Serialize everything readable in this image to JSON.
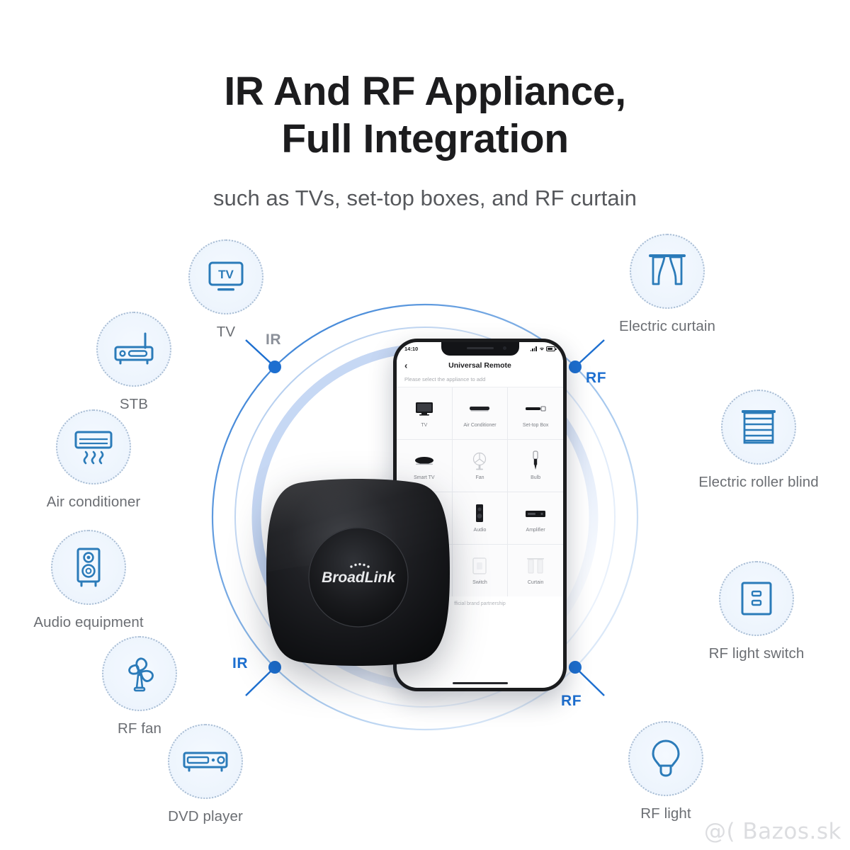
{
  "header": {
    "title_line1": "IR And RF Appliance,",
    "title_line2": "Full Integration",
    "subtitle": "such as TVs, set-top boxes, and RF curtain"
  },
  "colors": {
    "accent_blue": "#1d6fd0",
    "icon_blue": "#2b7bb9",
    "ring_pale": "#b8cdf0",
    "label_gray": "#6b6e73",
    "headline": "#1c1c1e"
  },
  "signal_nodes": [
    {
      "label": "IR",
      "style": "gray",
      "position": "top-left"
    },
    {
      "label": "RF",
      "style": "blue",
      "position": "top-right"
    },
    {
      "label": "IR",
      "style": "blue",
      "position": "bottom-left"
    },
    {
      "label": "RF",
      "style": "blue",
      "position": "bottom-right"
    }
  ],
  "features_left": [
    {
      "label": "TV",
      "icon": "tv-icon"
    },
    {
      "label": "STB",
      "icon": "set-top-box-icon"
    },
    {
      "label": "Air conditioner",
      "icon": "air-conditioner-icon"
    },
    {
      "label": "Audio equipment",
      "icon": "speaker-icon"
    },
    {
      "label": "RF fan",
      "icon": "fan-icon"
    },
    {
      "label": "DVD player",
      "icon": "dvd-player-icon"
    }
  ],
  "features_right": [
    {
      "label": "Electric curtain",
      "icon": "curtain-icon"
    },
    {
      "label": "Electric roller blind",
      "icon": "roller-blind-icon"
    },
    {
      "label": "RF light switch",
      "icon": "light-switch-icon"
    },
    {
      "label": "RF light",
      "icon": "bulb-icon"
    }
  ],
  "device": {
    "brand": "BroadLink"
  },
  "phone": {
    "status": {
      "time": "14:10",
      "signal_icon": "signal-bars-icon",
      "wifi_icon": "wifi-icon",
      "battery_icon": "battery-icon"
    },
    "nav": {
      "back_icon": "chevron-left-icon",
      "title": "Universal Remote"
    },
    "hint": "Please select the appliance to add",
    "grid": [
      {
        "label": "TV",
        "icon": "tv-device-icon"
      },
      {
        "label": "Air Conditioner",
        "icon": "ac-device-icon"
      },
      {
        "label": "Set-top Box",
        "icon": "stb-device-icon"
      },
      {
        "label": "Smart TV",
        "icon": "smart-tv-device-icon"
      },
      {
        "label": "Fan",
        "icon": "fan-device-icon"
      },
      {
        "label": "Bulb",
        "icon": "bulb-device-icon"
      },
      {
        "label": "",
        "icon": ""
      },
      {
        "label": "Audio",
        "icon": "audio-device-icon"
      },
      {
        "label": "Amplifier",
        "icon": "amplifier-device-icon"
      },
      {
        "label": "",
        "icon": ""
      },
      {
        "label": "Switch",
        "icon": "switch-device-icon"
      },
      {
        "label": "Curtain",
        "icon": "curtain-device-icon"
      }
    ],
    "footer": "fficial brand partnership"
  },
  "watermark": "@( Bazos.sk"
}
